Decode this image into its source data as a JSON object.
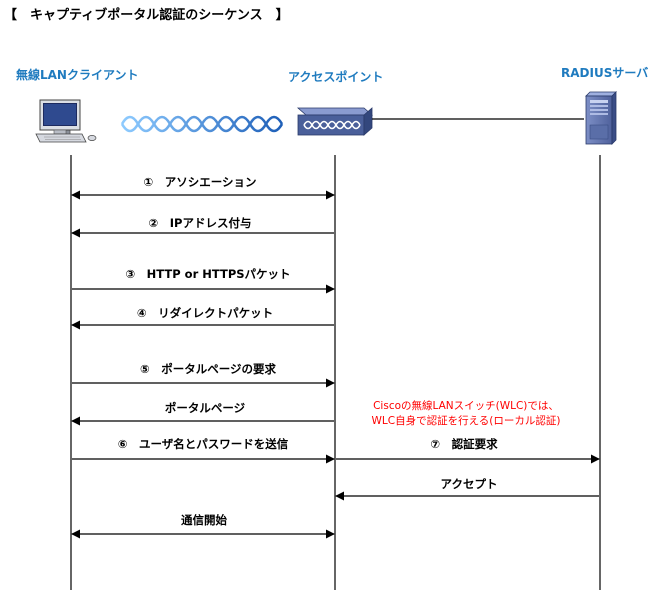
{
  "title": "【　キャプティブポータル認証のシーケンス　】",
  "colors": {
    "node_label": "#1f7bbf",
    "note": "#ff0000",
    "line": "#000000",
    "wave_light": "#8ecbff",
    "wave_dark": "#1e5fb8",
    "ap_body": "#4a5f9a",
    "server_body": "#6f82b8"
  },
  "nodes": {
    "client": {
      "label": "無線LANクライアント",
      "icon": "pc-icon"
    },
    "ap": {
      "label": "アクセスポイント",
      "icon": "access-point-icon"
    },
    "server": {
      "label": "RADIUSサーバ",
      "icon": "server-icon"
    }
  },
  "messages": [
    {
      "id": "association",
      "label": "①　アソシエーション",
      "from": "client",
      "to": "ap",
      "bidirectional": true
    },
    {
      "id": "ip-assign",
      "label": "②　IPアドレス付与",
      "from": "ap",
      "to": "client",
      "bidirectional": false
    },
    {
      "id": "http-packet",
      "label": "③　HTTP or HTTPSパケット",
      "from": "client",
      "to": "ap",
      "bidirectional": false
    },
    {
      "id": "redirect-packet",
      "label": "④　リダイレクトパケット",
      "from": "ap",
      "to": "client",
      "bidirectional": false
    },
    {
      "id": "portal-request",
      "label": "⑤　ポータルページの要求",
      "from": "client",
      "to": "ap",
      "bidirectional": false
    },
    {
      "id": "portal-page",
      "label": "ポータルページ",
      "from": "ap",
      "to": "client",
      "bidirectional": false
    },
    {
      "id": "credentials",
      "label": "⑥　ユーザ名とパスワードを送信",
      "from": "client",
      "to": "ap",
      "bidirectional": false
    },
    {
      "id": "auth-request",
      "label": "⑦　認証要求",
      "from": "ap",
      "to": "server",
      "bidirectional": false
    },
    {
      "id": "accept",
      "label": "アクセプト",
      "from": "server",
      "to": "ap",
      "bidirectional": false
    },
    {
      "id": "start-comm",
      "label": "通信開始",
      "from": "client",
      "to": "ap",
      "bidirectional": true
    }
  ],
  "note": {
    "lines": [
      "Ciscoの無線LANスイッチ(WLC)では、",
      "WLC自身で認証を行える(ローカル認証)"
    ]
  }
}
